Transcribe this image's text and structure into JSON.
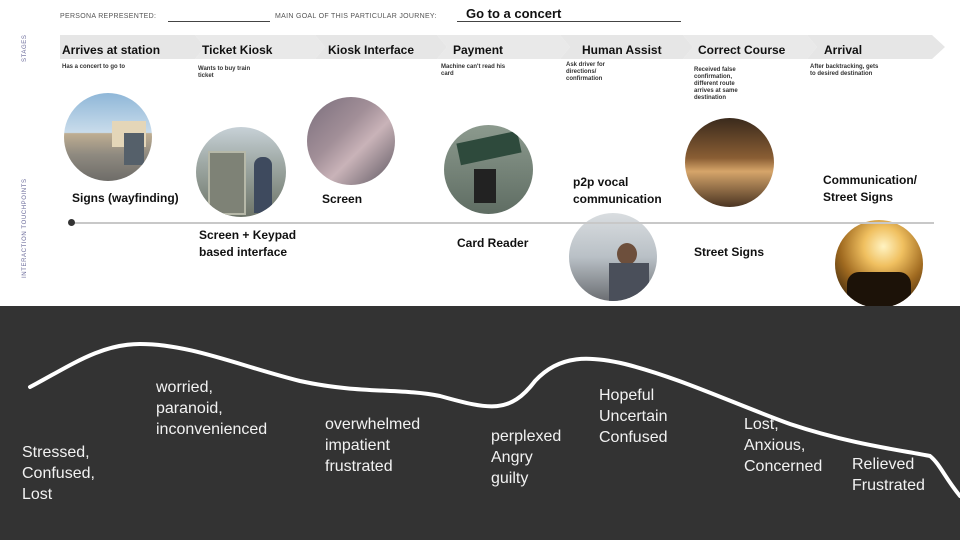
{
  "header": {
    "persona_label": "PERSONA REPRESENTED:",
    "goal_label": "MAIN GOAL OF THIS PARTICULAR JOURNEY:",
    "goal_value": "Go to a concert"
  },
  "side_labels": {
    "stages": "STAGES",
    "touchpoints": "INTERACTION TOUCHPOINTS"
  },
  "stages": [
    {
      "title": "Arrives at station",
      "desc": "Has a concert to go to"
    },
    {
      "title": "Ticket Kiosk",
      "desc": "Wants to buy train ticket"
    },
    {
      "title": "Kiosk Interface",
      "desc": ""
    },
    {
      "title": "Payment",
      "desc": "Machine can't read his card"
    },
    {
      "title": "Human Assist",
      "desc": "Ask driver for directions/ confirmation"
    },
    {
      "title": "Correct Course",
      "desc": "Received false confirmation, different route arrives at same destination"
    },
    {
      "title": "Arrival",
      "desc": "After backtracking, gets to desired destination"
    }
  ],
  "touchpoints": [
    {
      "label": "Signs (wayfinding)",
      "photo": "station-photo"
    },
    {
      "label": "Screen + Keypad based interface",
      "photo": "kiosk-photo"
    },
    {
      "label": "Screen",
      "photo": "screen-photo"
    },
    {
      "label": "Card Reader",
      "photo": "card-reader-photo"
    },
    {
      "label": "p2p vocal communication",
      "photo": "driver-photo"
    },
    {
      "label": "Street Signs",
      "photo": "train-interior-photo"
    },
    {
      "label": "Communication/ Street Signs",
      "photo": "concert-photo"
    }
  ],
  "emotions": [
    [
      "Stressed,",
      "Confused,",
      "Lost"
    ],
    [
      "worried,",
      "paranoid,",
      "inconvenienced"
    ],
    [
      "overwhelmed",
      "impatient",
      "frustrated"
    ],
    [
      "perplexed",
      "Angry",
      "guilty"
    ],
    [
      "Hopeful",
      "Uncertain",
      "Confused"
    ],
    [
      "Lost,",
      "Anxious,",
      "Concerned"
    ],
    [
      "Relieved",
      "Frustrated"
    ]
  ],
  "colors": {
    "band": "#333333",
    "curve": "#ffffff",
    "stage_bar": "#e9e9e9"
  }
}
